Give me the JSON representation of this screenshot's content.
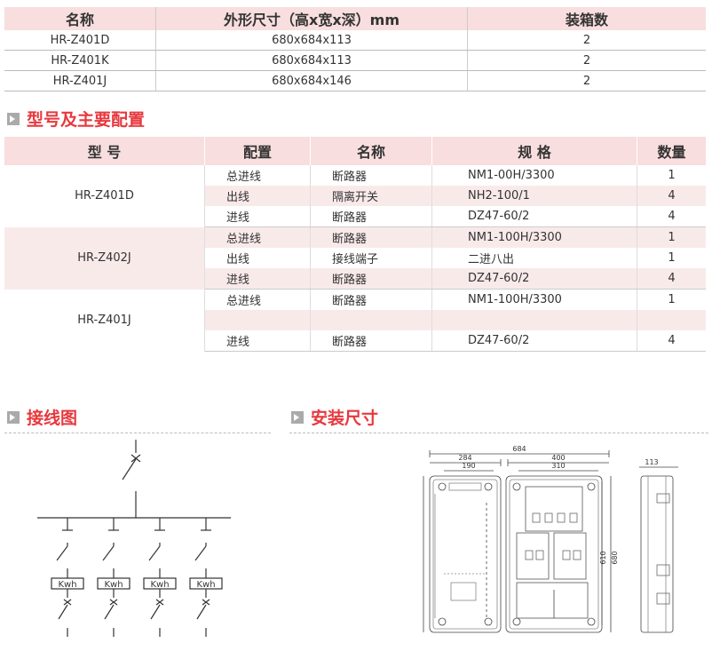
{
  "spec_table": {
    "headers": [
      "名称",
      "外形尺寸（高x宽x深）mm",
      "装箱数"
    ],
    "rows": [
      [
        "HR-Z401D",
        "680x684x113",
        "2"
      ],
      [
        "HR-Z401K",
        "680x684x113",
        "2"
      ],
      [
        "HR-Z401J",
        "680x684x146",
        "2"
      ]
    ]
  },
  "config_section": {
    "title": "型号及主要配置",
    "headers": [
      "型  号",
      "配置",
      "名称",
      "规  格",
      "数量"
    ],
    "groups": [
      {
        "model": "HR-Z401D",
        "rows": [
          [
            "总进线",
            "断路器",
            "NM1-00H/3300",
            "1"
          ],
          [
            "出线",
            "隔离开关",
            "NH2-100/1",
            "4"
          ],
          [
            "进线",
            "断路器",
            "DZ47-60/2",
            "4"
          ]
        ]
      },
      {
        "model": "HR-Z402J",
        "rows": [
          [
            "总进线",
            "断路器",
            "NM1-100H/3300",
            "1"
          ],
          [
            "出线",
            "接线端子",
            "二进八出",
            "1"
          ],
          [
            "进线",
            "断路器",
            "DZ47-60/2",
            "4"
          ]
        ]
      },
      {
        "model": "HR-Z401J",
        "rows": [
          [
            "总进线",
            "断路器",
            "NM1-100H/3300",
            "1"
          ],
          [
            "",
            "",
            "",
            ""
          ],
          [
            "进线",
            "断路器",
            "DZ47-60/2",
            "4"
          ]
        ]
      }
    ]
  },
  "wiring_section": {
    "title": "接线图",
    "meter_label": "Kwh"
  },
  "install_section": {
    "title": "安装尺寸",
    "dims": {
      "total_width": "684",
      "left_width": "284",
      "left_inner": "190",
      "right_width": "400",
      "right_inner": "310",
      "inner_height": "610",
      "total_height": "680",
      "depth": "113"
    }
  },
  "colors": {
    "accent": "#e8383d",
    "header_bg": "#f8dede",
    "row_shade": "#f9eaea"
  }
}
